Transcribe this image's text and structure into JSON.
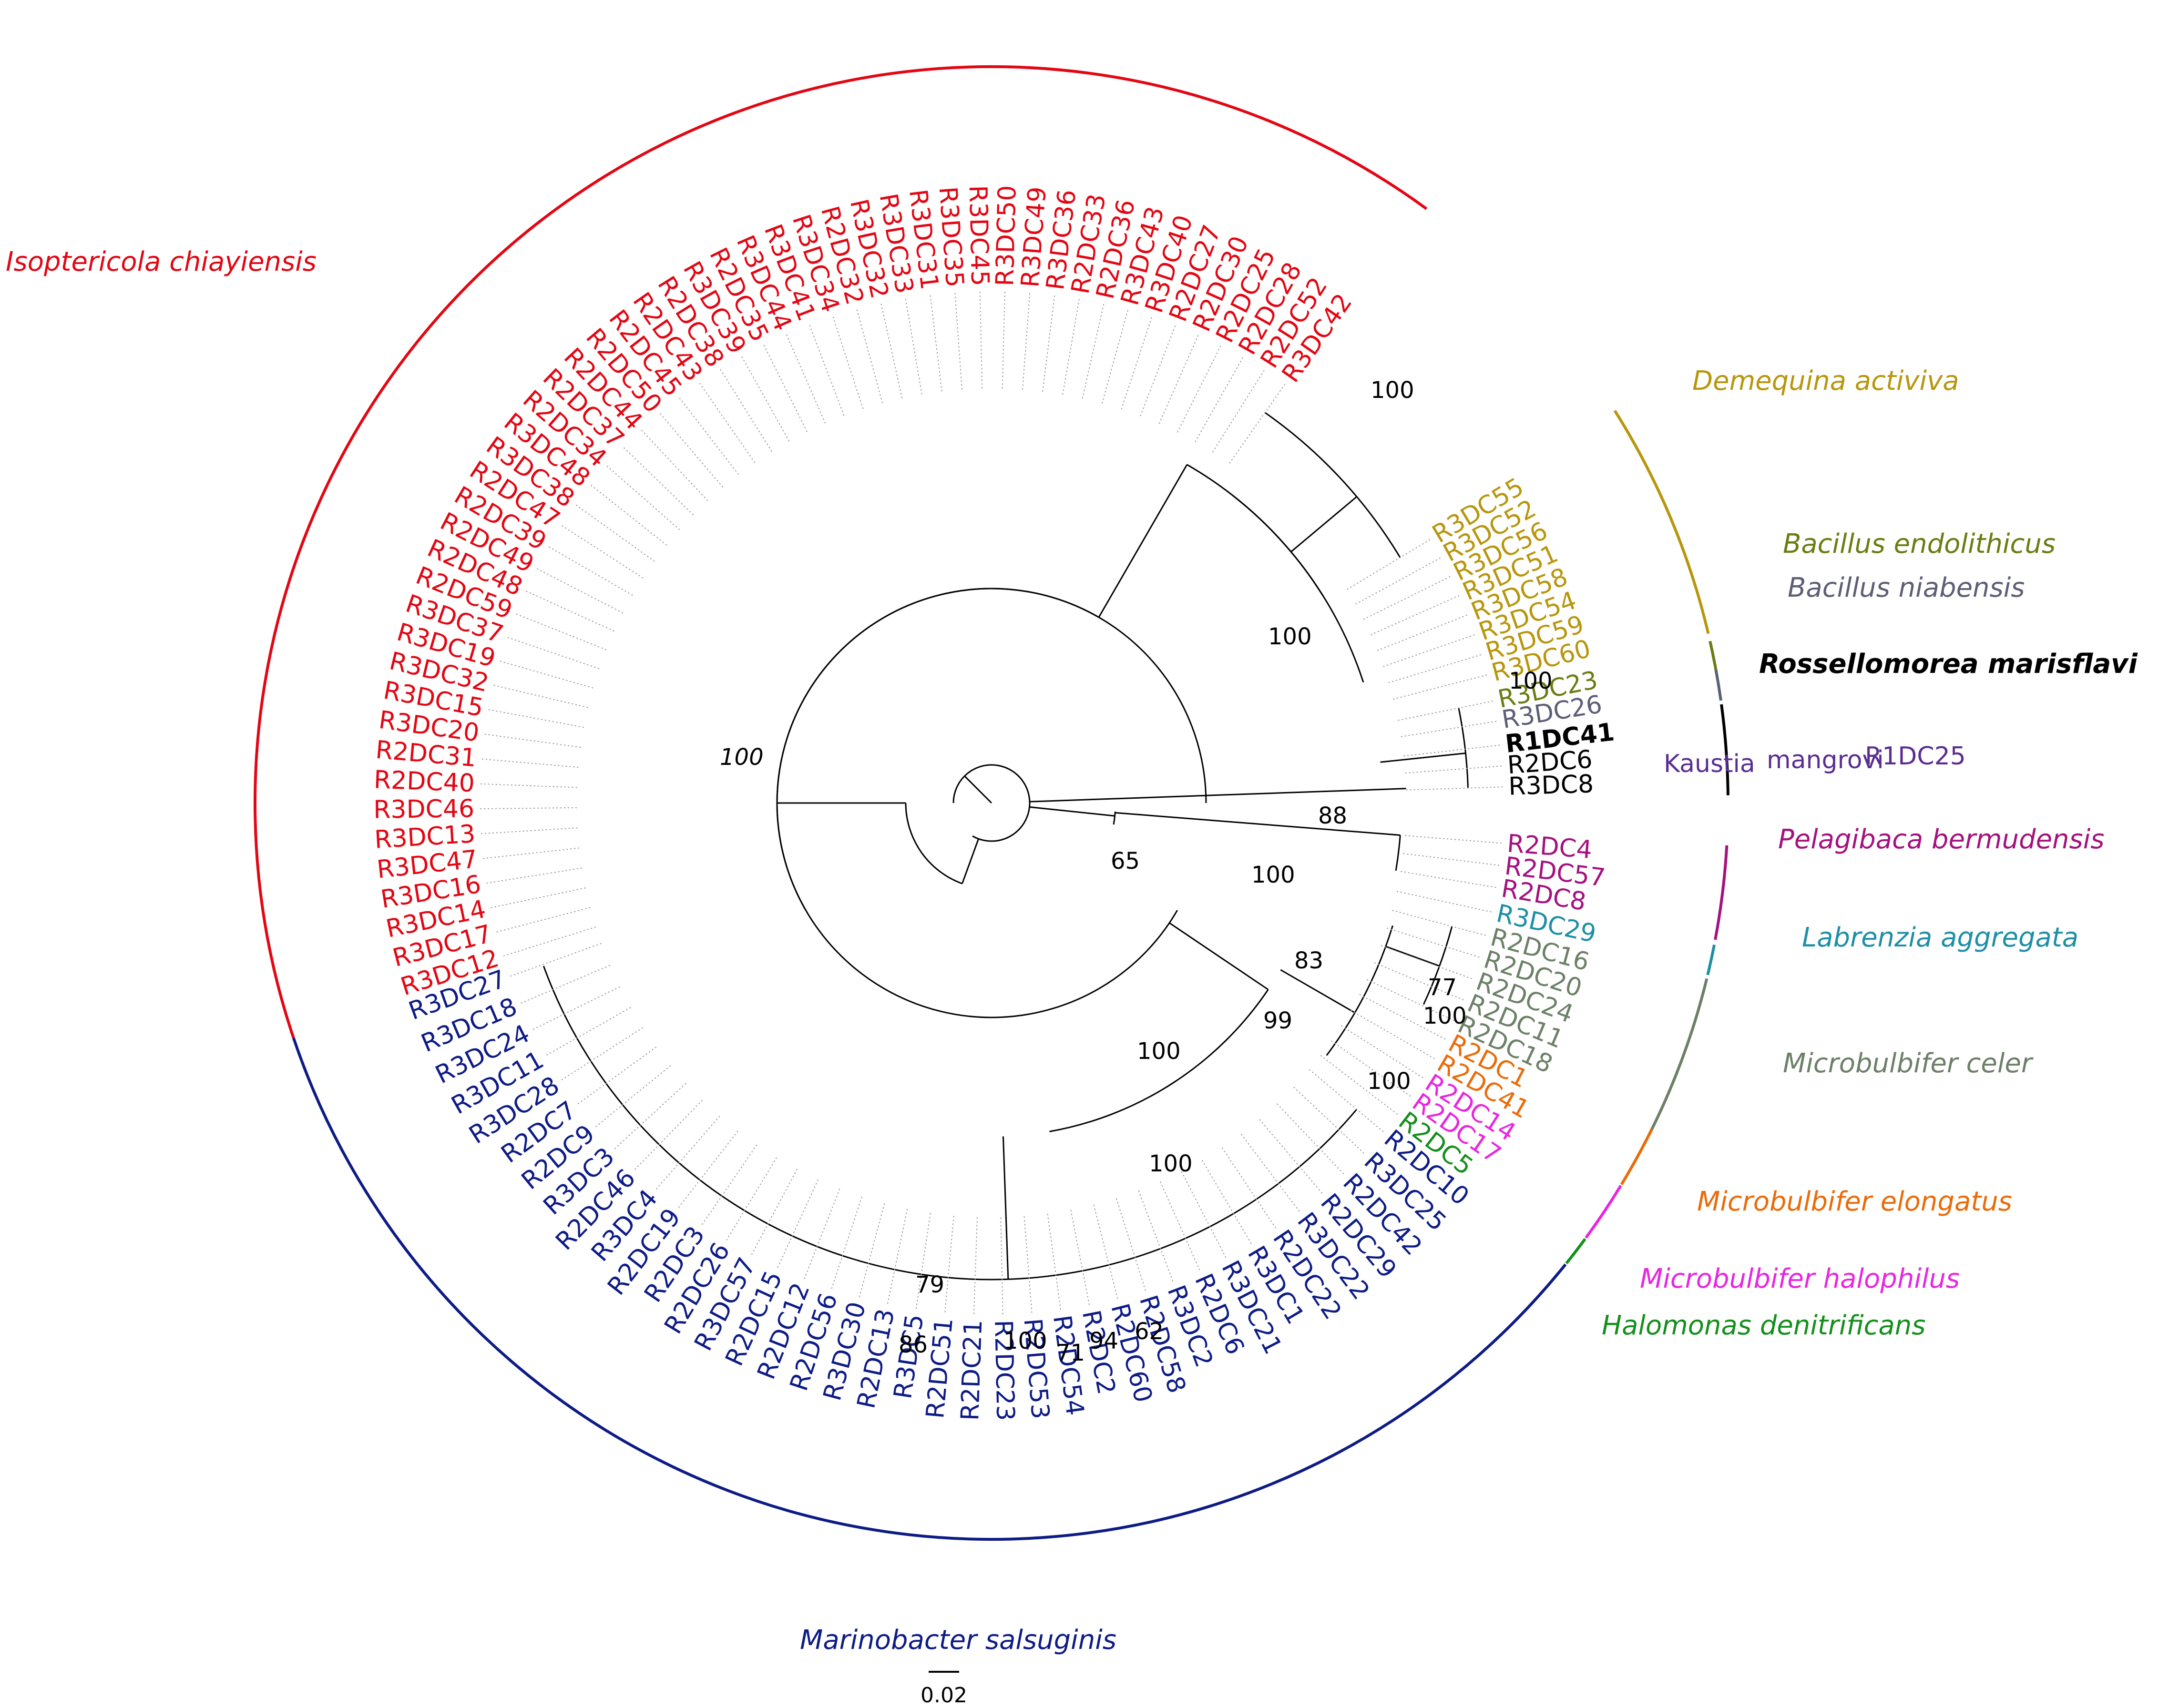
{
  "colors": {
    "isoptericola": "#e30613",
    "demequina": "#b8960c",
    "bacillus_endolithicus": "#6b7c12",
    "bacillus_niabensis": "#5b5e76",
    "rossellomorea": "#000000",
    "kaustia": "#5a2d91",
    "pelagibaca": "#a5117e",
    "labrenzia": "#1d8fa5",
    "microbulbifer_celer": "#6c8068",
    "microbulbifer_elongatus": "#ea6b09",
    "microbulbifer_halophilus": "#e826e0",
    "halomonas": "#138f1a",
    "marinobacter": "#0d1b86"
  },
  "clades": {
    "isoptericola": "Isoptericola chiayiensis",
    "demequina": "Demequina activiva",
    "bacillus_endolithicus": "Bacillus endolithicus",
    "bacillus_niabensis": "Bacillus niabensis",
    "rossellomorea": "Rossellomorea marisflavi",
    "pelagibaca": "Pelagibaca bermudensis",
    "labrenzia": "Labrenzia aggregata",
    "microbulbifer_celer": "Microbulbifer celer",
    "microbulbifer_elongatus": "Microbulbifer elongatus",
    "microbulbifer_halophilus": "Microbulbifer halophilus",
    "halomonas": "Halomonas denitrificans",
    "marinobacter": "Marinobacter salsuginis"
  },
  "kaustia": {
    "genus": "Kaustia",
    "species": "mangrovi",
    "strain": "R1DC25"
  },
  "leaves": {
    "isoptericola": [
      "R3DC42",
      "R2DC52",
      "R2DC28",
      "R2DC25",
      "R2DC30",
      "R2DC27",
      "R3DC40",
      "R3DC43",
      "R2DC36",
      "R2DC33",
      "R3DC36",
      "R3DC49",
      "R3DC50",
      "R3DC45",
      "R3DC35",
      "R3DC31",
      "R3DC33",
      "R3DC32",
      "R2DC32",
      "R3DC34",
      "R3DC41",
      "R3DC44",
      "R2DC35",
      "R3DC39",
      "R2DC38",
      "R2DC43",
      "R2DC45",
      "R2DC50",
      "R2DC44",
      "R2DC37",
      "R2DC34",
      "R3DC48",
      "R3DC38",
      "R2DC47",
      "R2DC39",
      "R2DC49",
      "R2DC48",
      "R2DC59",
      "R3DC37",
      "R3DC19",
      "R3DC32",
      "R3DC15",
      "R3DC20",
      "R2DC31",
      "R2DC40",
      "R3DC46",
      "R3DC13",
      "R3DC47",
      "R3DC16",
      "R3DC14",
      "R3DC17",
      "R3DC12"
    ],
    "demequina": [
      "R3DC55",
      "R3DC52",
      "R3DC56",
      "R3DC51",
      "R3DC58",
      "R3DC54",
      "R3DC59",
      "R3DC60"
    ],
    "bacillus_endolithicus": [
      "R3DC23"
    ],
    "bacillus_niabensis": [
      "R3DC26"
    ],
    "rossellomorea": [
      "R1DC41",
      "R2DC6",
      "R3DC8"
    ],
    "pelagibaca": [
      "R2DC4",
      "R2DC57",
      "R2DC8"
    ],
    "labrenzia": [
      "R3DC29"
    ],
    "microbulbifer_celer": [
      "R2DC16",
      "R2DC20",
      "R2DC24",
      "R2DC11",
      "R2DC18"
    ],
    "microbulbifer_elongatus": [
      "R2DC1",
      "R2DC41"
    ],
    "microbulbifer_halophilus": [
      "R2DC14",
      "R2DC17"
    ],
    "halomonas": [
      "R2DC5"
    ],
    "marinobacter": [
      "R2DC10",
      "R3DC25",
      "R2DC42",
      "R2DC29",
      "R3DC22",
      "R2DC22",
      "R3DC1",
      "R3DC21",
      "R2DC6",
      "R3DC2",
      "R2DC58",
      "R2DC60",
      "R2DC2",
      "R2DC54",
      "R2DC53",
      "R2DC23",
      "R2DC21",
      "R2DC51",
      "R3DC5",
      "R2DC13",
      "R3DC30",
      "R2DC56",
      "R2DC12",
      "R2DC15",
      "R3DC57",
      "R2DC26",
      "R2DC3",
      "R2DC19",
      "R3DC4",
      "R2DC46",
      "R3DC3",
      "R2DC9",
      "R2DC7",
      "R3DC28",
      "R3DC11",
      "R3DC24",
      "R3DC18",
      "R3DC27"
    ]
  },
  "bootstrap": {
    "root": "100",
    "demequina_isoptericola": "100",
    "firmicutes_actino": "100",
    "rossellomorea": "100",
    "pelagibaca_inner": "88",
    "pelagibaca": "100",
    "alpha": "65",
    "gamma_outer": "100",
    "gamma_inner": "100",
    "microbulbifer": "99",
    "microbulbifer_inner": "83",
    "celer": "77",
    "celer_inner": "100",
    "elongatus": "100",
    "mar_79": "79",
    "mar_86": "86",
    "mar_100": "100",
    "mar_71": "71",
    "mar_94": "94",
    "mar_62": "62"
  },
  "scale_bar": "0.02"
}
